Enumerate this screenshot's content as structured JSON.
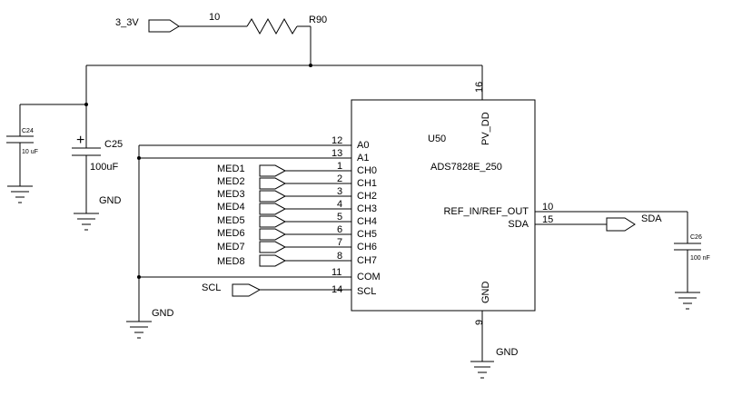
{
  "ic": {
    "ref": "U50",
    "part": "ADS7828E_250",
    "pins_left": [
      {
        "num": "12",
        "name": "A0"
      },
      {
        "num": "13",
        "name": "A1"
      },
      {
        "num": "1",
        "name": "CH0"
      },
      {
        "num": "2",
        "name": "CH1"
      },
      {
        "num": "3",
        "name": "CH2"
      },
      {
        "num": "4",
        "name": "CH3"
      },
      {
        "num": "5",
        "name": "CH4"
      },
      {
        "num": "6",
        "name": "CH5"
      },
      {
        "num": "7",
        "name": "CH6"
      },
      {
        "num": "8",
        "name": "CH7"
      },
      {
        "num": "11",
        "name": "COM"
      },
      {
        "num": "14",
        "name": "SCL"
      }
    ],
    "pin_top": {
      "num": "16",
      "name": "PV_DD"
    },
    "pin_bottom": {
      "num": "9",
      "name": "GND"
    },
    "pins_right": [
      {
        "num": "10",
        "name": "REF_IN/REF_OUT"
      },
      {
        "num": "15",
        "name": "SDA"
      }
    ]
  },
  "med_ports": [
    "MED1",
    "MED2",
    "MED3",
    "MED4",
    "MED5",
    "MED6",
    "MED7",
    "MED8"
  ],
  "power_port": "3_3V",
  "resistor": {
    "ref": "R90",
    "value": "10"
  },
  "c24": {
    "ref": "C24",
    "value": "10 uF"
  },
  "c25": {
    "ref": "C25",
    "value": "100uF"
  },
  "c26": {
    "ref": "C26",
    "value": "100 nF"
  },
  "scl_port": "SCL",
  "sda_port": "SDA",
  "gnd_labels": [
    "GND",
    "GND",
    "GND"
  ]
}
